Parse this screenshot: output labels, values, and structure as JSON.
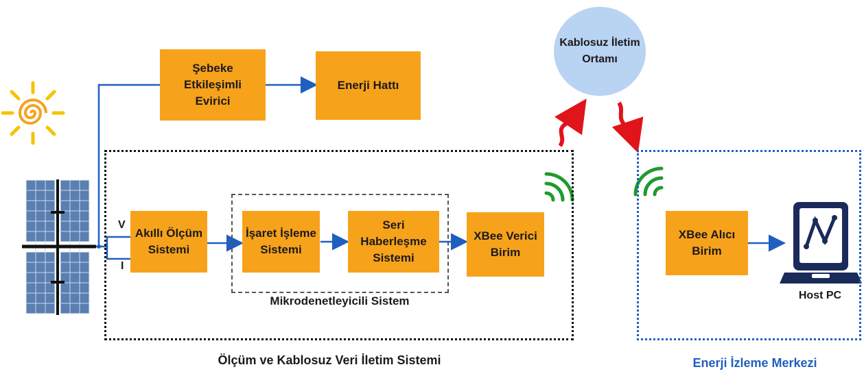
{
  "colors": {
    "box": "#f7a21b",
    "line": "#1f5fbf",
    "cloud": "#b9d3f2",
    "signal": "#1f9a2e",
    "wireless_arrow": "#e0141b",
    "center_text": "#1f5fbf"
  },
  "boxes": {
    "inverter": "Şebeke Etkileşimli\nEvirici",
    "energy_line": "Enerji Hattı",
    "smart_meter": "Akıllı Ölçüm\nSistemi",
    "signal_processing": "İşaret İşleme\nSistemi",
    "serial_comm": "Seri Haberleşme\nSistemi",
    "xbee_tx": "XBee Verici\nBirim",
    "xbee_rx": "XBee Alıcı\nBirim"
  },
  "wireless_medium": "Kablosuz İletim\nOrtamı",
  "labels": {
    "voltage": "V",
    "current": "I",
    "microcontroller_system": "Mikrodenetleyicili Sistem",
    "measurement_system": "Ölçüm ve Kablosuz Veri İletim Sistemi",
    "monitoring_center": "Enerji İzleme Merkezi",
    "host_pc": "Host PC"
  },
  "icons": [
    "sun-icon",
    "solar-panel-icon",
    "wifi-signal-icon",
    "laptop-chart-icon"
  ]
}
